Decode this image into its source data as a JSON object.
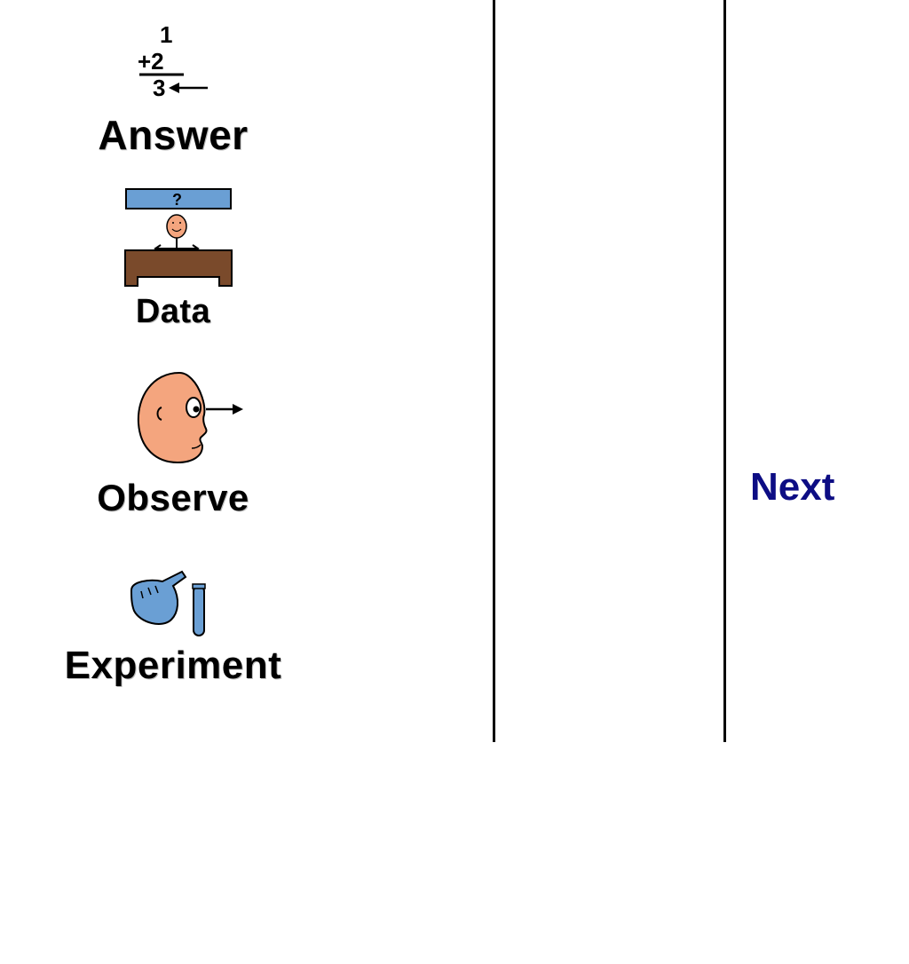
{
  "cards": [
    {
      "label": "Answer",
      "math": {
        "top": "1",
        "middle": "+2",
        "result": "3"
      }
    },
    {
      "label": "Data",
      "board_text": "?"
    },
    {
      "label": "Observe"
    },
    {
      "label": "Experiment"
    }
  ],
  "next_label": "Next",
  "colors": {
    "skin": "#f4a57e",
    "desk": "#7a4a2b",
    "board": "#6a9fd4",
    "flask": "#6a9fd4",
    "next_link": "#0d0d84"
  }
}
